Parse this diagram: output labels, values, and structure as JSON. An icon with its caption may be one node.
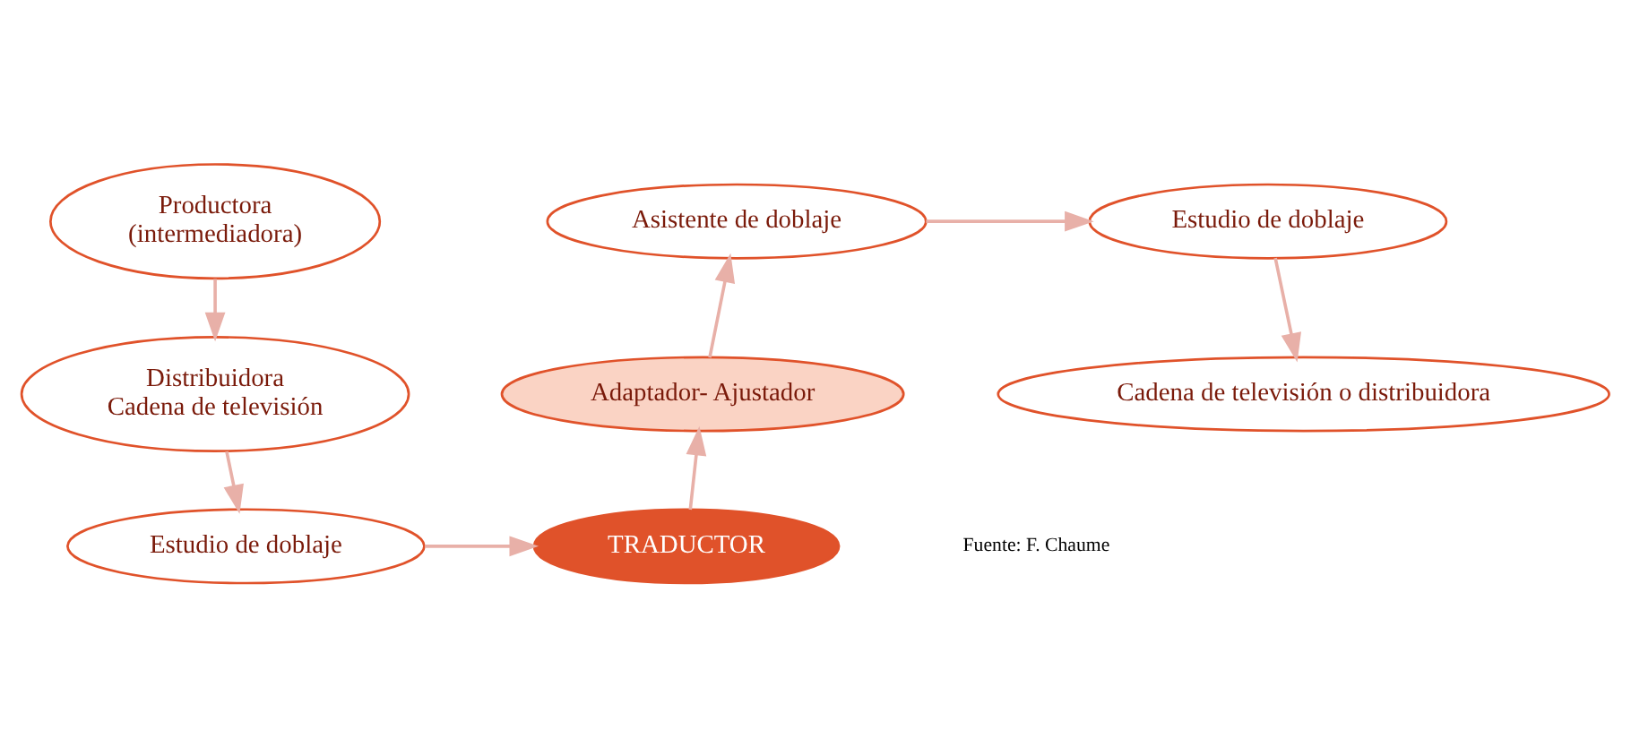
{
  "diagram": {
    "nodes": [
      {
        "text": [
          "Productora",
          "(intermediadora)"
        ]
      },
      {
        "text": [
          "Distribuidora",
          "Cadena de televisión"
        ]
      },
      {
        "text": [
          "Estudio de doblaje"
        ]
      },
      {
        "text": [
          "TRADUCTOR"
        ]
      },
      {
        "text": [
          "Adaptador- Ajustador"
        ]
      },
      {
        "text": [
          "Asistente de doblaje"
        ]
      },
      {
        "text": [
          "Estudio de doblaje"
        ]
      },
      {
        "text": [
          "Cadena de televisión o distribuidora"
        ]
      }
    ],
    "edges": [
      {
        "from": 0,
        "to": 1,
        "arrow": "to"
      },
      {
        "from": 1,
        "to": 2,
        "arrow": "to"
      },
      {
        "from": 2,
        "to": 3,
        "arrow": "to"
      },
      {
        "from": 3,
        "to": 4,
        "arrow": "to"
      },
      {
        "from": 4,
        "to": 5,
        "arrow": "to"
      },
      {
        "from": 5,
        "to": 6,
        "arrow": "to"
      },
      {
        "from": 6,
        "to": 7,
        "arrow": "to"
      }
    ],
    "labels": [
      "Fuente: F. Chaume"
    ]
  }
}
